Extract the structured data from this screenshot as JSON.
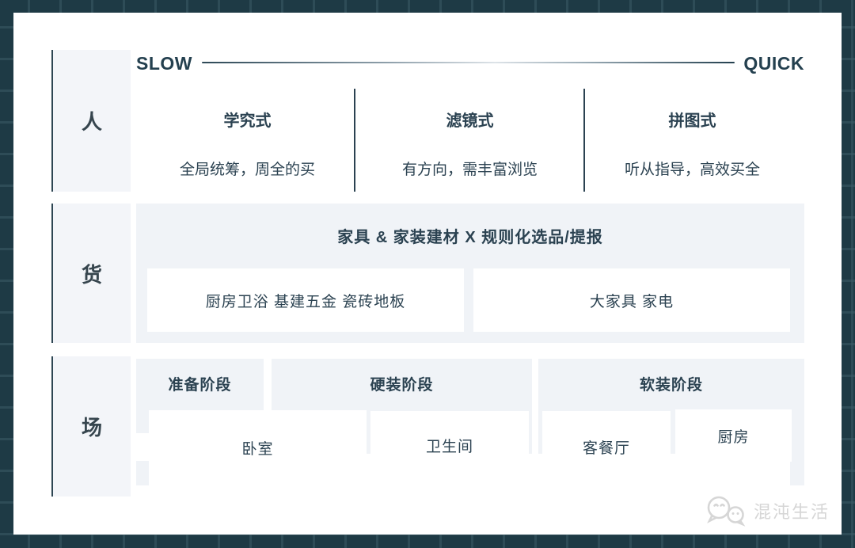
{
  "header": {
    "slow": "SLOW",
    "quick": "QUICK"
  },
  "rows": {
    "persona": {
      "label": "人",
      "columns": [
        {
          "title": "学究式",
          "desc": "全局统筹，周全的买"
        },
        {
          "title": "滤镜式",
          "desc": "有方向，需丰富浏览"
        },
        {
          "title": "拼图式",
          "desc": "听从指导，高效买全"
        }
      ]
    },
    "goods": {
      "label": "货",
      "header": "家具 & 家装建材  X  规则化选品/提报",
      "boxes": [
        "厨房卫浴  基建五金  瓷砖地板",
        "大家具  家电"
      ]
    },
    "scene": {
      "label": "场",
      "stages": [
        "准备阶段",
        "硬装阶段",
        "软装阶段"
      ],
      "rooms": [
        "卧室",
        "卫生间",
        "客餐厅",
        "厨房"
      ]
    }
  },
  "watermark": {
    "text": "混沌生活",
    "logo": "chat-bubbles-faces-icon"
  },
  "colors": {
    "background": "#1e3a45",
    "grid_line": "#3e5e6a",
    "card": "#ffffff",
    "panel_gray": "#f0f3f7",
    "rail_gray": "#f3f5f9",
    "ink": "#2b4251",
    "watermark_gray": "#d6d6d6"
  }
}
